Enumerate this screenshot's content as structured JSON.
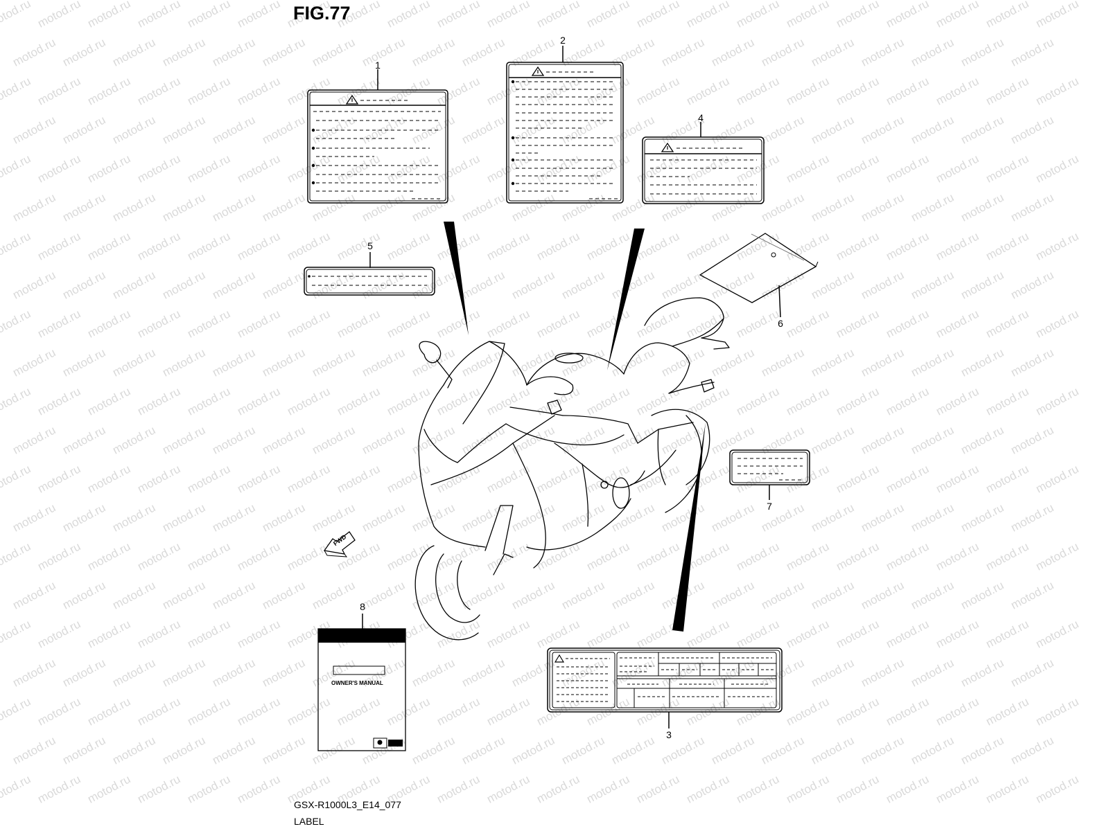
{
  "figure": {
    "title": "FIG.77"
  },
  "footer": {
    "model_code": "GSX-R1000L3_E14_077",
    "section": "LABEL"
  },
  "callouts": [
    "1",
    "2",
    "3",
    "4",
    "5",
    "6",
    "7",
    "8"
  ],
  "manual": {
    "cover_text": "OWNER'S MANUAL"
  },
  "direction_arrow": {
    "text": "FWD"
  },
  "watermark": {
    "text": "motod.ru"
  },
  "icons": [
    "warning-triangle-icon",
    "fwd-arrow-icon",
    "manufacturer-logo-icon"
  ],
  "colors": {
    "line": "#000000",
    "watermark": "#d9d9d9",
    "background": "#ffffff"
  }
}
